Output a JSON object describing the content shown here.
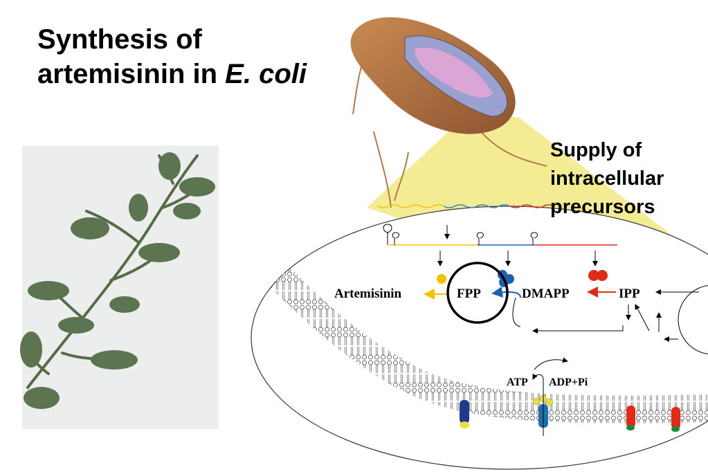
{
  "title": {
    "line1": "Synthesis of",
    "line2_prefix": "artemisinin in ",
    "line2_italic": "E. coli"
  },
  "supply_label": {
    "line1": "Supply of",
    "line2": "intracellular",
    "line3": "precursors"
  },
  "pathway": {
    "artemisinin": "Artemisinin",
    "fpp": "FPP",
    "dmapp": "DMAPP",
    "ipp": "IPP",
    "atp": "ATP",
    "adp": "ADP+Pi"
  },
  "colors": {
    "highlight_yellow": "#f3e98a",
    "yellow_gene": "#f2c200",
    "blue_gene": "#1f5fb0",
    "red_gene": "#e02a1a",
    "plant_green": "#556b4a",
    "bacterium_brown": "#b5733f"
  },
  "icons": {
    "plant": "artemisia-plant-photo",
    "bacterium": "e-coli-cutaway-illustration"
  }
}
